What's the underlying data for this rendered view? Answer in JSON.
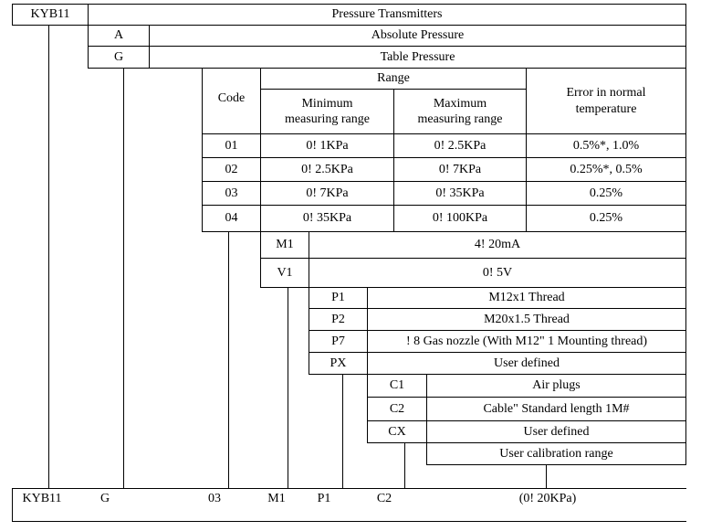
{
  "header": {
    "model": "KYB11",
    "title": "Pressure Transmitters"
  },
  "pressure_types": [
    {
      "code": "A",
      "label": "Absolute Pressure"
    },
    {
      "code": "G",
      "label": "Table Pressure"
    }
  ],
  "range_table": {
    "code_header": "Code",
    "range_header": "Range",
    "min_header": "Minimum measuring range",
    "max_header": "Maximum measuring range",
    "error_header": "Error in normal temperature",
    "rows": [
      {
        "code": "01",
        "min": "0!  1KPa",
        "max": "0!  2.5KPa",
        "error": "0.5%*,  1.0%"
      },
      {
        "code": "02",
        "min": "0!  2.5KPa",
        "max": "0!  7KPa",
        "error": "0.25%*,  0.5%"
      },
      {
        "code": "03",
        "min": "0!  7KPa",
        "max": "0!  35KPa",
        "error": "0.25%"
      },
      {
        "code": "04",
        "min": "0!  35KPa",
        "max": "0!  100KPa",
        "error": "0.25%"
      }
    ]
  },
  "outputs": [
    {
      "code": "M1",
      "label": "4!  20mA"
    },
    {
      "code": "V1",
      "label": "0!  5V"
    }
  ],
  "threads": [
    {
      "code": "P1",
      "label": "M12x1 Thread"
    },
    {
      "code": "P2",
      "label": "M20x1.5 Thread"
    },
    {
      "code": "P7",
      "label": "! 8 Gas nozzle (With M12\" 1 Mounting thread)"
    },
    {
      "code": "PX",
      "label": "User defined"
    }
  ],
  "connections": [
    {
      "code": "C1",
      "label": "Air plugs"
    },
    {
      "code": "C2",
      "label": "Cable\"   Standard length 1M#"
    },
    {
      "code": "CX",
      "label": "User defined"
    }
  ],
  "calibration_label": "User calibration range",
  "example": {
    "model": "KYB11",
    "type": "G",
    "range": "03",
    "output": "M1",
    "thread": "P1",
    "connection": "C2",
    "calibration": "(0!  20KPa)"
  }
}
